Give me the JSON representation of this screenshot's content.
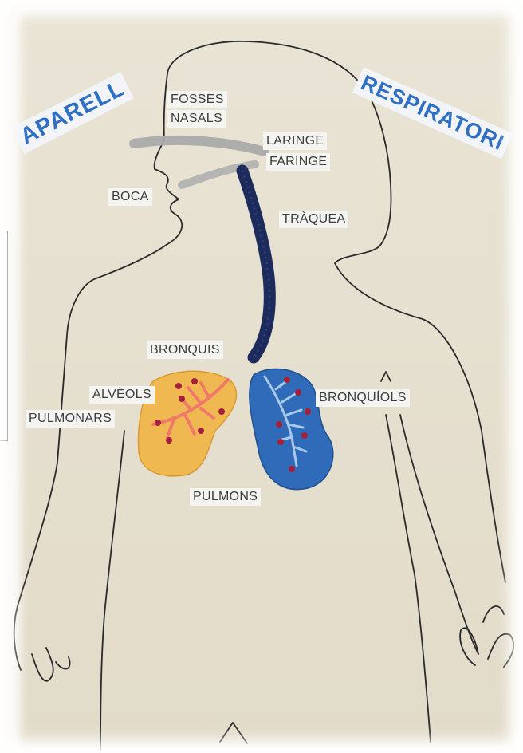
{
  "titles": {
    "left": "APARELL",
    "right": "RESPIRATORI"
  },
  "labels": {
    "fosses": "FOSSES",
    "nasals": "NASALS",
    "laringe": "LARINGE",
    "faringe": "FARINGE",
    "boca": "BOCA",
    "traquea": "TRÀQUEA",
    "bronquis": "BRONQUIS",
    "alveols": "ALVÈOLS",
    "pulmonars": "PULMONARS",
    "bronquiols": "BRONQUÍOLS",
    "pulmons": "PULMONS"
  },
  "colors": {
    "title": "#2f6fc4",
    "trachea": "#1c2a5c",
    "left_lung": "#f0b850",
    "right_lung": "#2f6bb8",
    "left_vessels": "#f07a6a",
    "right_vessels": "#a8c8e8",
    "dots": "#a4203a",
    "tubes": "#a9a9a9"
  }
}
